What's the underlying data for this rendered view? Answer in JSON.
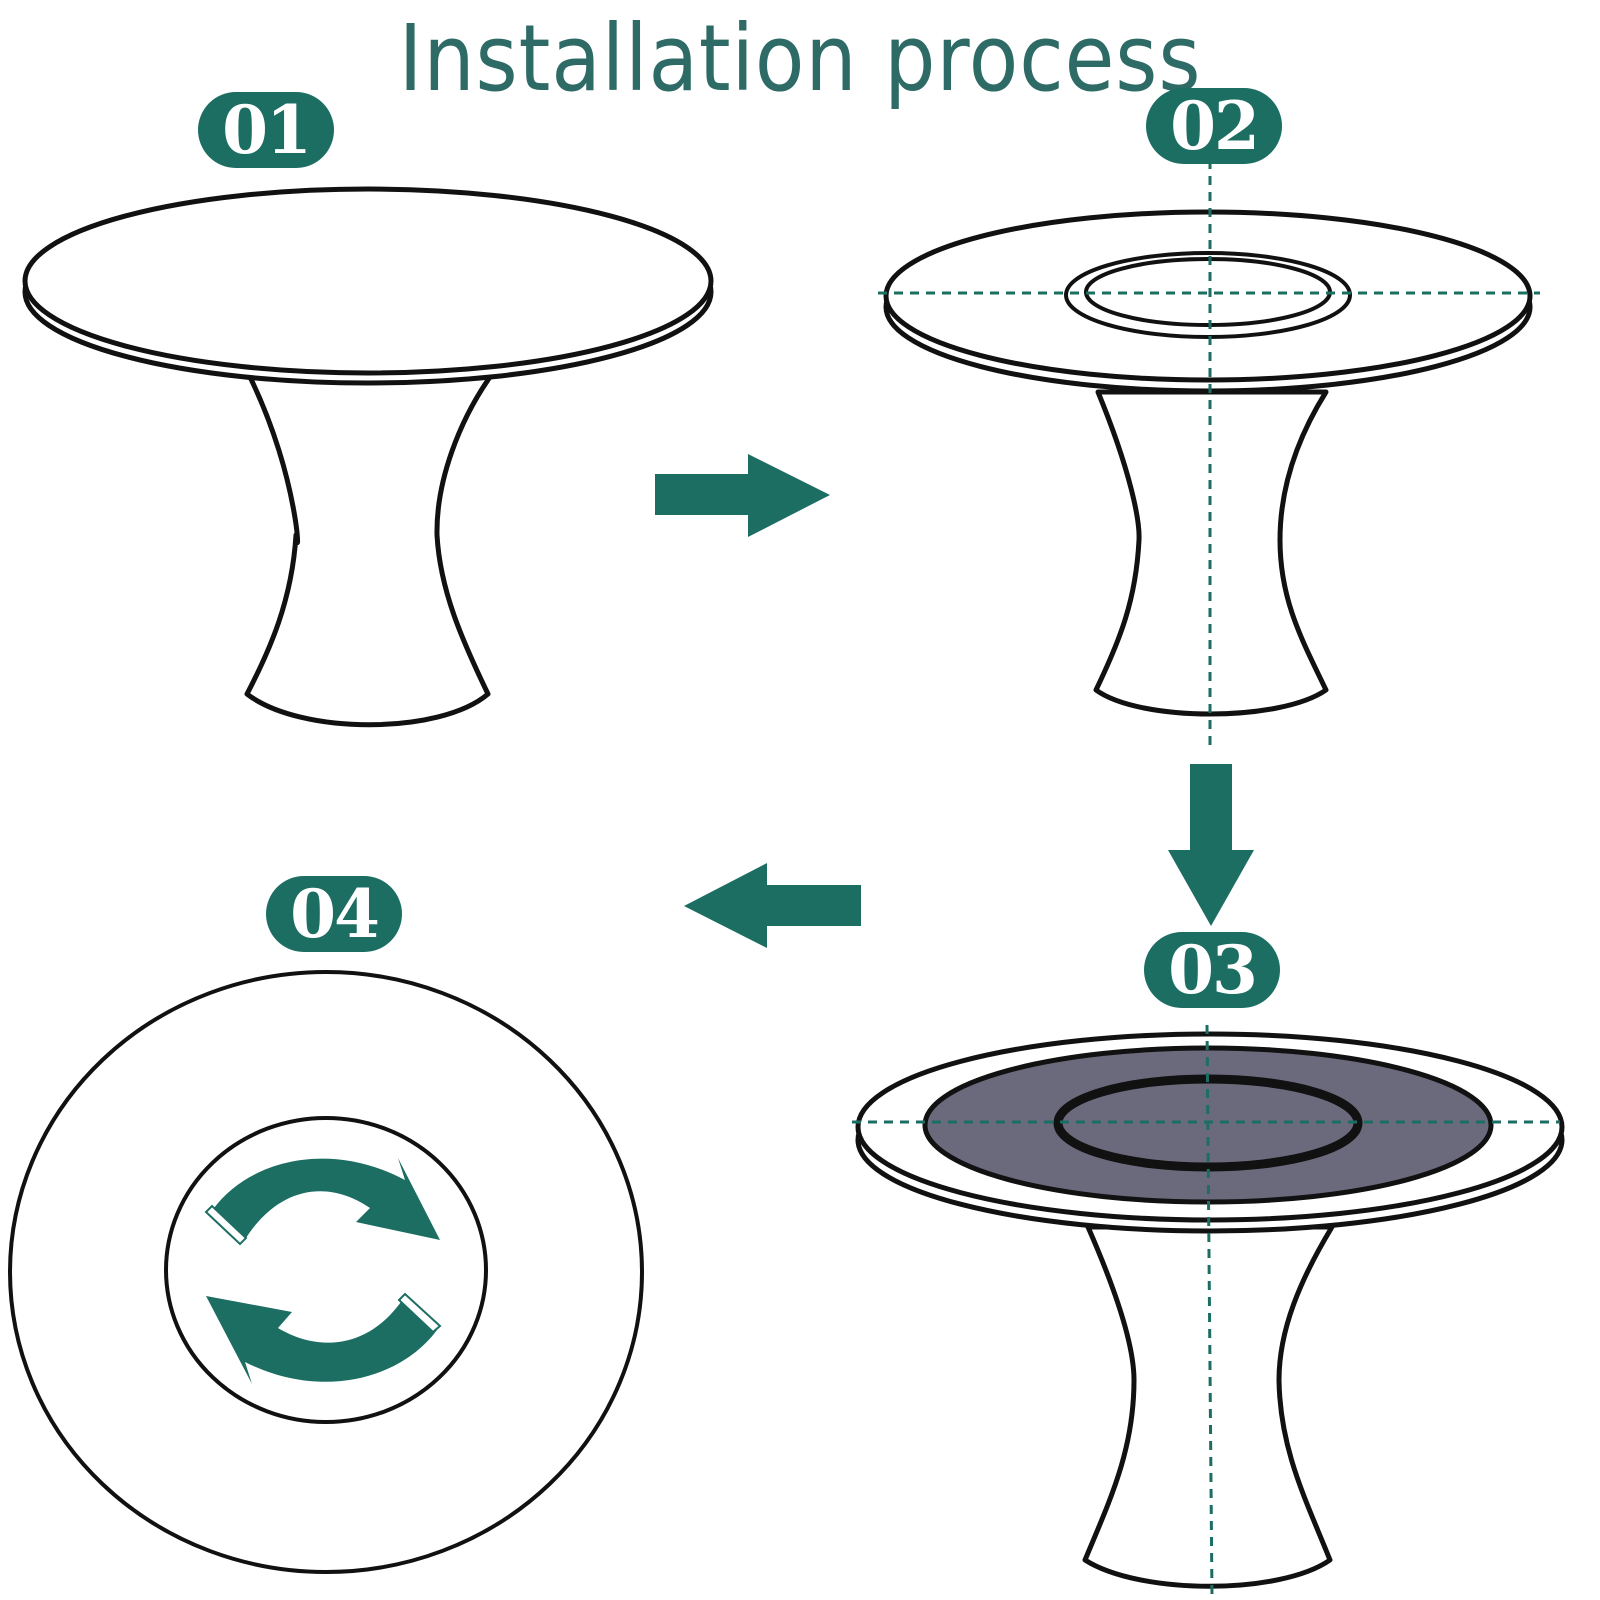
{
  "title": "Installation process",
  "steps": [
    {
      "number": "01"
    },
    {
      "number": "02"
    },
    {
      "number": "03"
    },
    {
      "number": "04"
    }
  ],
  "colors": {
    "accent": "#1c6e63",
    "title": "#2f6b66",
    "line": "#111111",
    "turntable": "#6b6a7d",
    "guide": "#1c6e63"
  },
  "icons": {
    "arrows": [
      "arrow-right-icon",
      "arrow-down-icon",
      "arrow-left-icon"
    ],
    "rotate": "rotate-icon"
  }
}
